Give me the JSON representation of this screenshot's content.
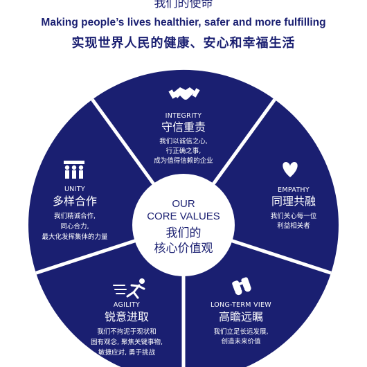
{
  "header": {
    "mission_title": "我们的使命",
    "mission_en": "Making people’s lives healthier, safer and more fulfilling",
    "mission_cn": "实现世界人民的健康、安心和幸福生活"
  },
  "center": {
    "line1": "OUR",
    "line2": "CORE VALUES",
    "line3": "我们的",
    "line4": "核心价值观"
  },
  "values": [
    {
      "icon": "handshake-icon",
      "en": "INTEGRITY",
      "cn": "守信重责",
      "desc": [
        "我们以诚信之心,",
        "行正确之事,",
        "成为值得信赖的企业"
      ]
    },
    {
      "icon": "heart-icon",
      "en": "EMPATHY",
      "cn": "同理共融",
      "desc": [
        "我们关心每一位",
        "利益相关者"
      ]
    },
    {
      "icon": "binoculars-icon",
      "en": "LONG-TERM VIEW",
      "cn": "高瞻远瞩",
      "desc": [
        "我们立足长远发展,",
        "创造未来价值"
      ]
    },
    {
      "icon": "running-person-icon",
      "en": "AGILITY",
      "cn": "锐意进取",
      "desc": [
        "我们不拘泥于现状和",
        "固有观念, 聚焦关键事物,",
        "敏捷应对, 勇于挑战"
      ]
    },
    {
      "icon": "group-people-icon",
      "en": "UNITY",
      "cn": "多样合作",
      "desc": [
        "我们精诚合作,",
        "同心合力,",
        "最大化发挥集体的力量"
      ]
    }
  ],
  "colors": {
    "navy": "#1a1f71",
    "white": "#ffffff"
  }
}
